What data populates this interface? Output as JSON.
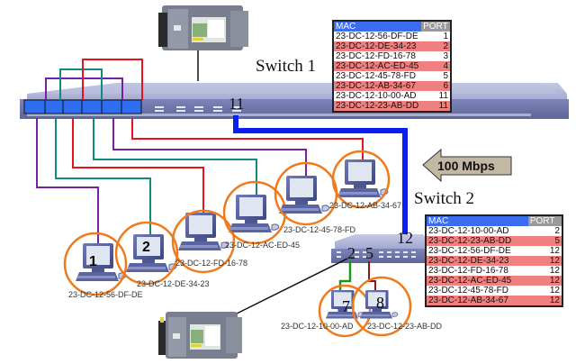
{
  "switch1": {
    "title": "Switch 1",
    "uplink_port_label": "11",
    "mac_table": {
      "headers": [
        "MAC",
        "PORT"
      ],
      "rows": [
        {
          "mac": "23-DC-12-56-DF-DE",
          "port": "1"
        },
        {
          "mac": "23-DC-12-DE-34-23",
          "port": "2"
        },
        {
          "mac": "23-DC-12-FD-16-78",
          "port": "3"
        },
        {
          "mac": "23-DC-12-AC-ED-45",
          "port": "4"
        },
        {
          "mac": "23-DC-12-45-78-FD",
          "port": "5"
        },
        {
          "mac": "23-DC-12-AB-34-67",
          "port": "6"
        },
        {
          "mac": "23-DC-12-10-00-AD",
          "port": "11"
        },
        {
          "mac": "23-DC-12-23-AB-DD",
          "port": "11"
        }
      ]
    }
  },
  "switch2": {
    "title": "Switch 2",
    "uplink_port_label": "12",
    "port_labels": [
      "2",
      "5"
    ],
    "mac_table": {
      "headers": [
        "MAC",
        "PORT"
      ],
      "rows": [
        {
          "mac": "23-DC-12-10-00-AD",
          "port": "2"
        },
        {
          "mac": "23-DC-12-23-AB-DD",
          "port": "5"
        },
        {
          "mac": "23-DC-12-56-DF-DE",
          "port": "12"
        },
        {
          "mac": "23-DC-12-DE-34-23",
          "port": "12"
        },
        {
          "mac": "23-DC-12-FD-16-78",
          "port": "12"
        },
        {
          "mac": "23-DC-12-AC-ED-45",
          "port": "12"
        },
        {
          "mac": "23-DC-12-45-78-FD",
          "port": "12"
        },
        {
          "mac": "23-DC-12-AB-34-67",
          "port": "12"
        }
      ]
    }
  },
  "link_speed": "100 Mbps",
  "hosts": [
    {
      "number": "1",
      "mac": "23-DC-12-56-DF-DE"
    },
    {
      "number": "2",
      "mac": "23-DC-12-DE-34-23"
    },
    {
      "number": "",
      "mac": "23-DC-12-FD-16-78"
    },
    {
      "number": "",
      "mac": "23-DC-12-AC-ED-45"
    },
    {
      "number": "",
      "mac": "23-DC-12-45-78-FD"
    },
    {
      "number": "",
      "mac": "23-DC-12-AB-34-67"
    },
    {
      "number": "7",
      "mac": "23-DC-12-10-00-AD"
    },
    {
      "number": "8",
      "mac": "23-DC-12-23-AB-DD"
    }
  ],
  "colors": {
    "purple": "#7b1fa2",
    "teal": "#138a7e",
    "red": "#e8141c",
    "blue_uplink": "#0a1ef0",
    "green": "#1a9a1a",
    "darkred": "#8b1a1a",
    "orange_circle": "#f07a1c",
    "switch_body": "#7d86b8",
    "table_alt_row": "#f08080"
  }
}
